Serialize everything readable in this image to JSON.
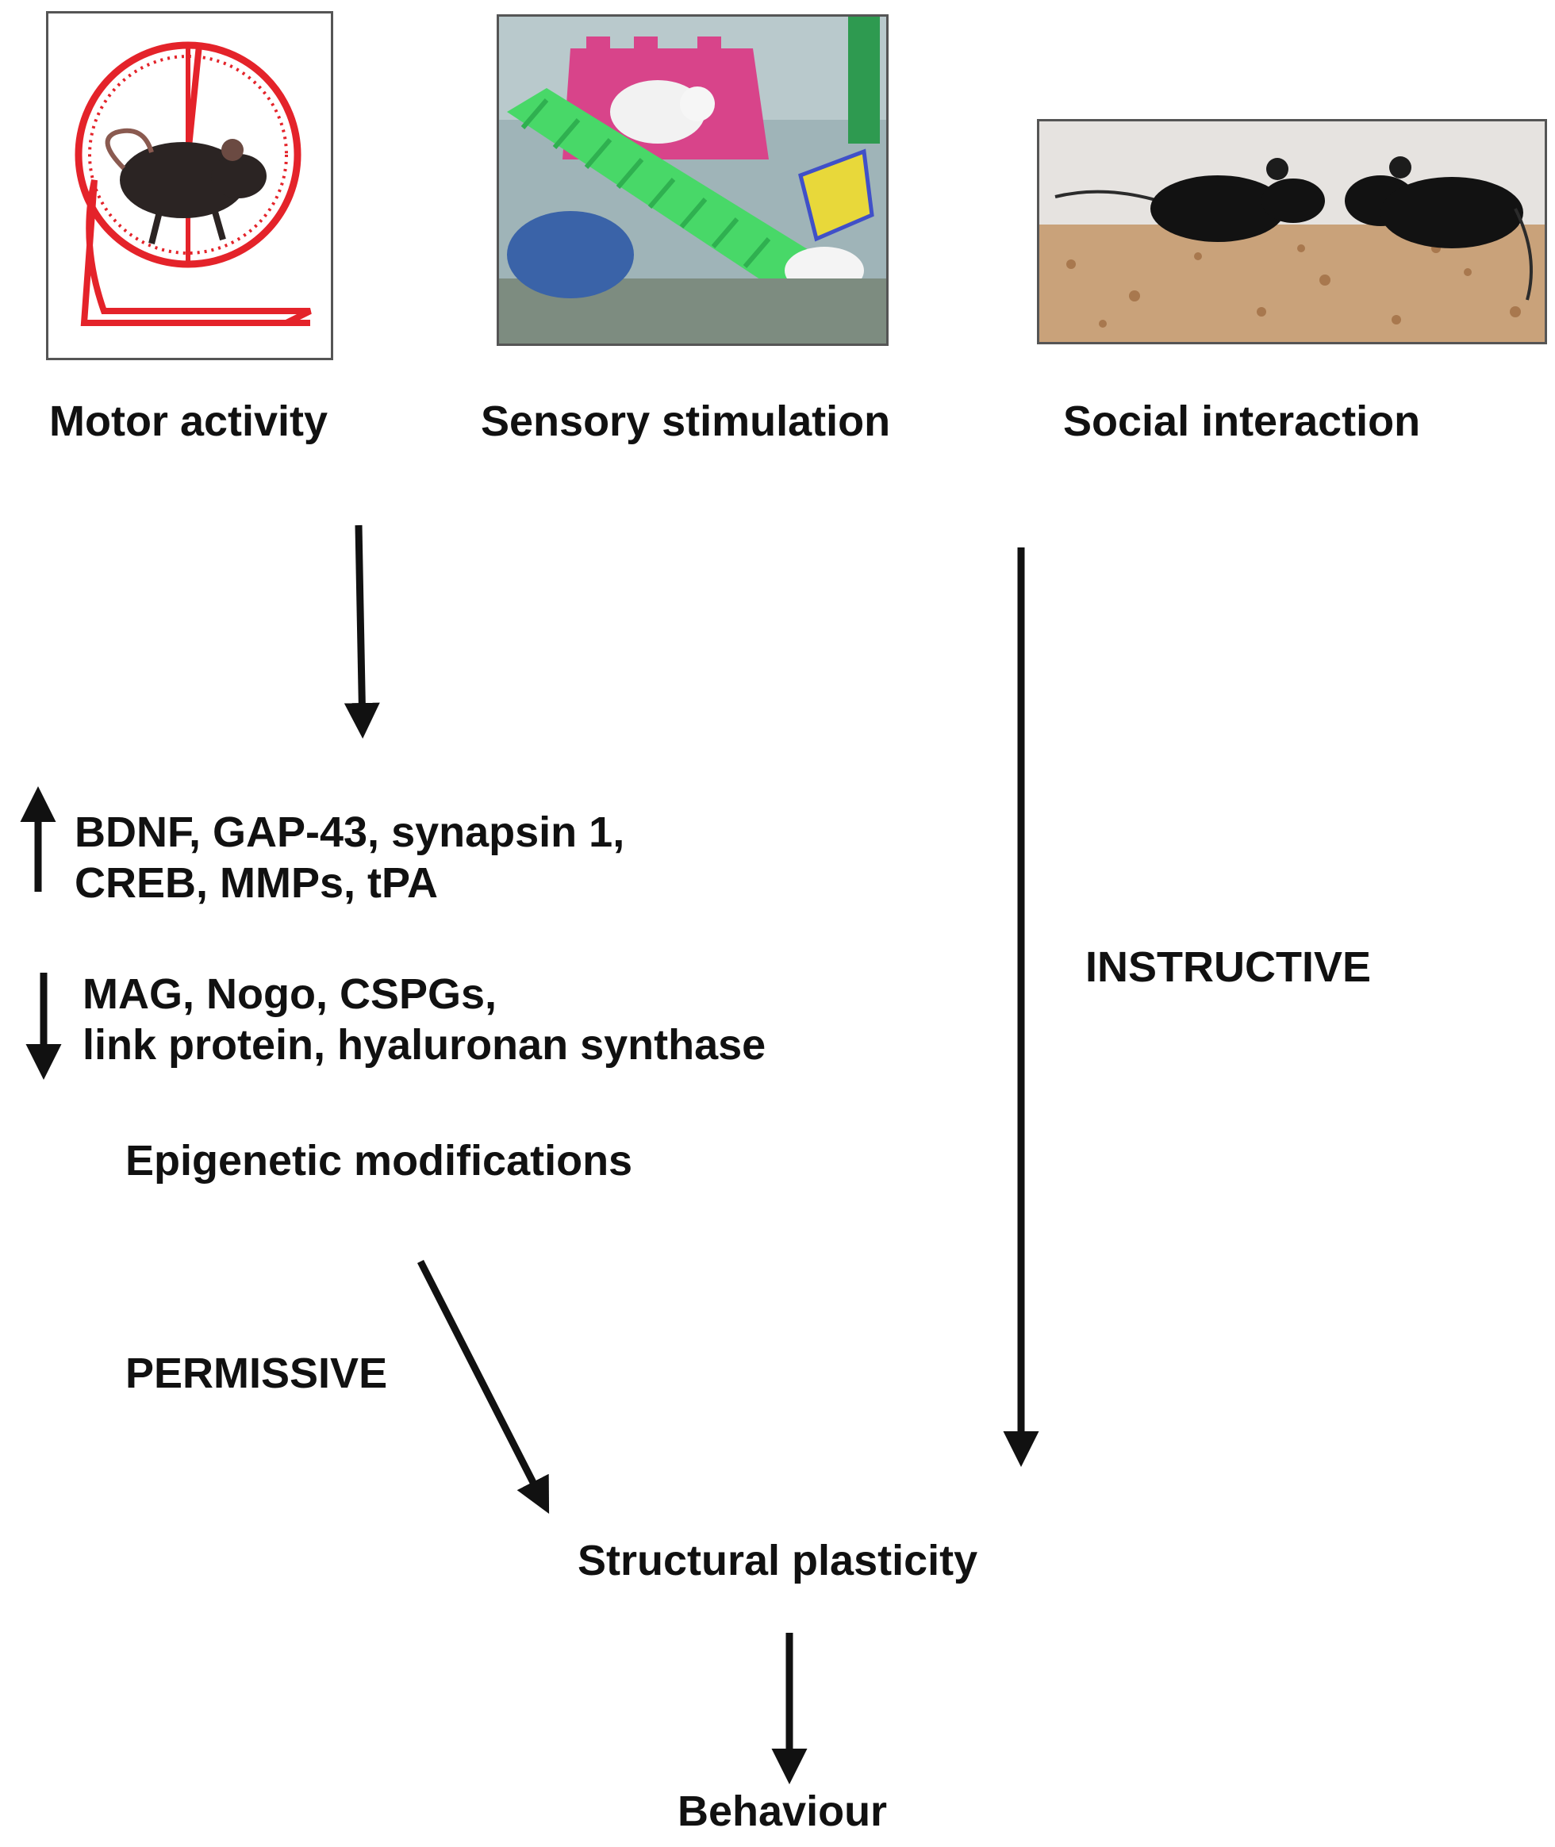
{
  "stimuli": [
    {
      "label": "Motor activity",
      "icon": "running-wheel-mouse-photo"
    },
    {
      "label": "Sensory stimulation",
      "icon": "enriched-cage-photo"
    },
    {
      "label": "Social interaction",
      "icon": "interacting-mice-photo"
    }
  ],
  "upregulated": {
    "line1": "BDNF, GAP-43, synapsin 1,",
    "line2": "CREB, MMPs, tPA"
  },
  "downregulated": {
    "line1": "MAG, Nogo, CSPGs,",
    "line2": "link protein, hyaluronan synthase"
  },
  "epigenetic": "Epigenetic modifications",
  "permissive": "PERMISSIVE",
  "instructive": "INSTRUCTIVE",
  "structural": "Structural plasticity",
  "behaviour": "Behaviour",
  "colors": {
    "wheel_red": "#e4232a",
    "text": "#111111",
    "cage_pink": "#d8448a",
    "tube_green": "#48d868"
  }
}
